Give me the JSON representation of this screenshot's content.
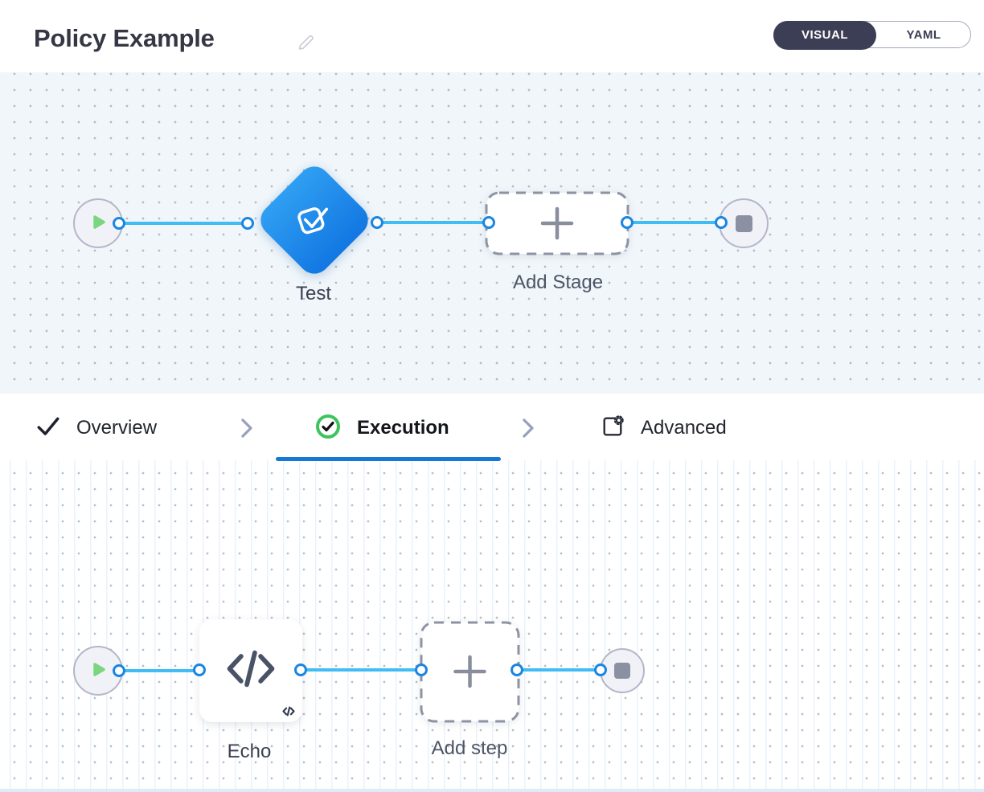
{
  "header": {
    "title": "Policy Example",
    "view_toggle": {
      "visual_label": "VISUAL",
      "yaml_label": "YAML",
      "selected": "VISUAL"
    }
  },
  "stage_canvas": {
    "stage": {
      "label": "Test",
      "icon": "check-square-icon"
    },
    "add_stage": {
      "label": "Add Stage",
      "icon": "plus-icon"
    },
    "start_node_icon": "play-icon",
    "end_node_icon": "stop-icon"
  },
  "tab_bar": {
    "overview_label": "Overview",
    "execution_label": "Execution",
    "advanced_label": "Advanced",
    "active_tab": "Execution",
    "overview_icon": "check-icon",
    "execution_icon": "check-circle-icon",
    "advanced_icon": "settings-square-icon",
    "separator_icon": "chevron-right-icon"
  },
  "step_canvas": {
    "step": {
      "label": "Echo",
      "icon": "code-icon"
    },
    "add_step": {
      "label": "Add step",
      "icon": "plus-icon"
    },
    "start_node_icon": "play-icon",
    "end_node_icon": "stop-icon"
  },
  "colors": {
    "accent_blue": "#1578d2",
    "edge_blue": "#41bdf3",
    "port_border_blue": "#1b86e0",
    "stage_gradient_start": "#2f9ff2",
    "stage_gradient_end": "#1277e2",
    "success_green": "#3ec45f",
    "play_green": "#7cd57f",
    "dark_navy": "#3b3e54",
    "canvas_top_bg": "#f0f6fa",
    "canvas_bottom_bg": "#ffffff"
  }
}
